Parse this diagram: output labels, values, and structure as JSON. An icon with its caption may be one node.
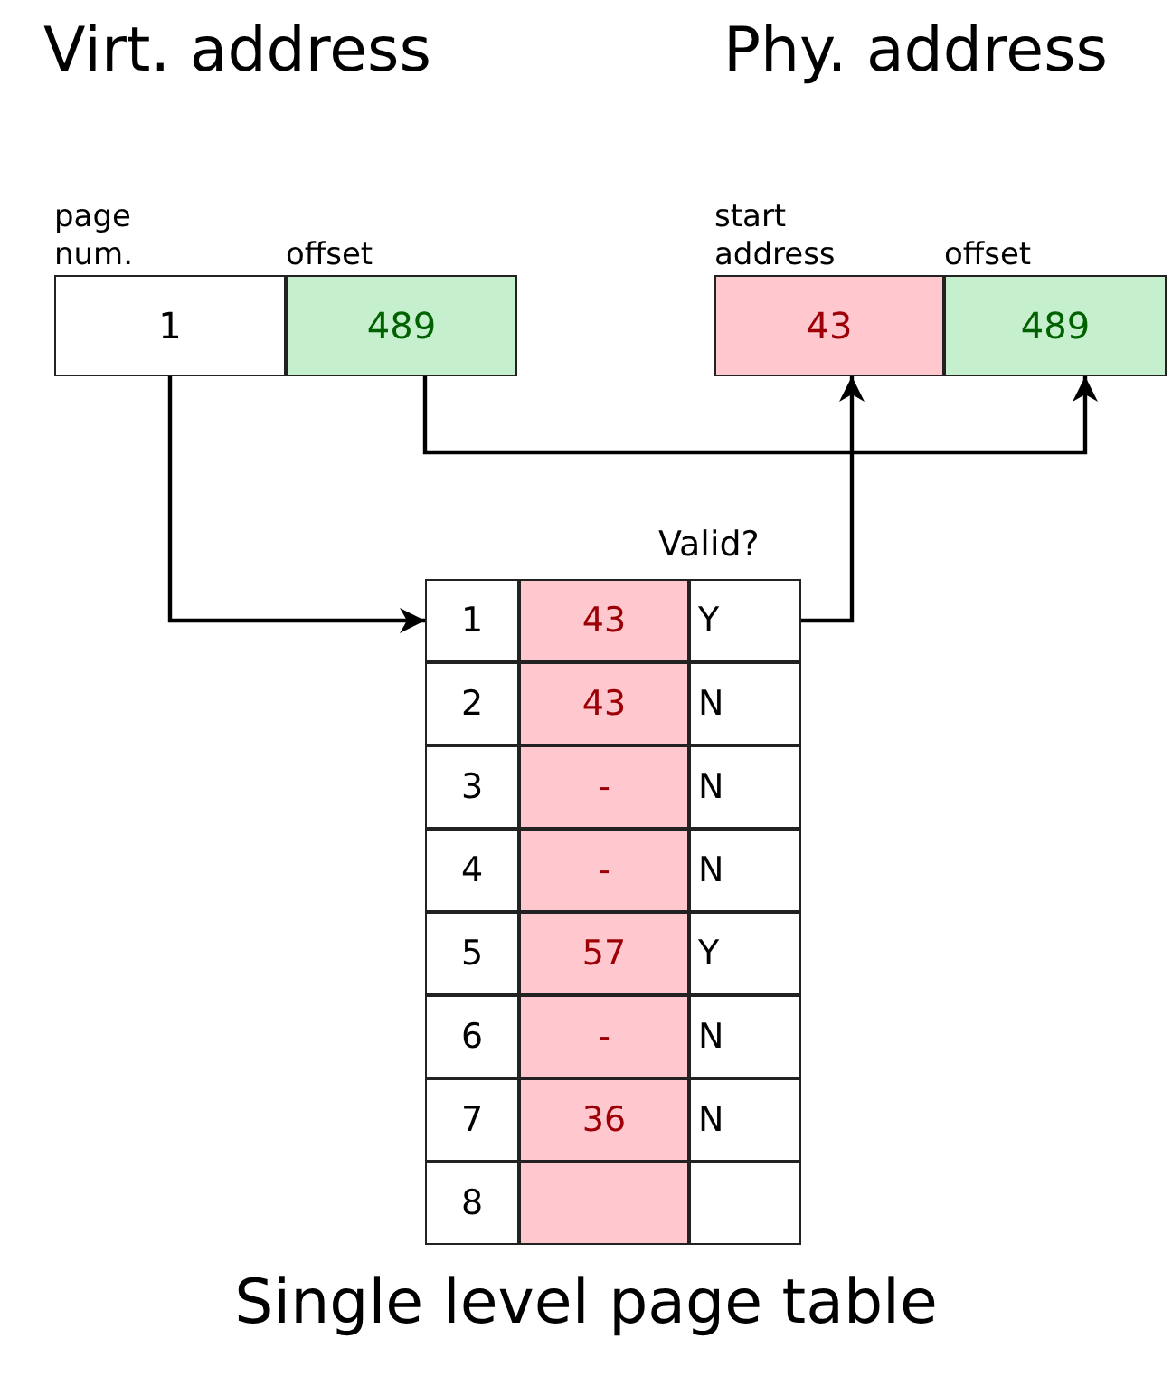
{
  "diagram": {
    "caption": "Single level page table",
    "nodes": [
      {
        "text": [
          "page num.",
          "1"
        ]
      },
      {
        "text": [
          "offset",
          "489"
        ]
      },
      {
        "text": [
          "start address",
          "43"
        ]
      },
      {
        "text": [
          "offset",
          "489"
        ]
      },
      {
        "text": [
          "1"
        ]
      },
      {
        "text": [
          "43"
        ]
      },
      {
        "text": [
          "Y"
        ]
      },
      {
        "text": [
          "2"
        ]
      },
      {
        "text": [
          "43"
        ]
      },
      {
        "text": [
          "N"
        ]
      },
      {
        "text": [
          "3"
        ]
      },
      {
        "text": [
          "-"
        ]
      },
      {
        "text": [
          "N"
        ]
      },
      {
        "text": [
          "4"
        ]
      },
      {
        "text": [
          "-"
        ]
      },
      {
        "text": [
          "N"
        ]
      },
      {
        "text": [
          "5"
        ]
      },
      {
        "text": [
          "57"
        ]
      },
      {
        "text": [
          "Y"
        ]
      },
      {
        "text": [
          "6"
        ]
      },
      {
        "text": [
          "-"
        ]
      },
      {
        "text": [
          "N"
        ]
      },
      {
        "text": [
          "7"
        ]
      },
      {
        "text": [
          "36"
        ]
      },
      {
        "text": [
          "N"
        ]
      },
      {
        "text": [
          "8"
        ]
      },
      {
        "text": [],
        "shape": "box"
      },
      {
        "text": [],
        "shape": "box"
      }
    ],
    "edges": [
      {
        "from": 0,
        "to": 4,
        "arrow": "to"
      },
      {
        "from": 1,
        "to": 3,
        "arrow": "to"
      },
      {
        "from": 6,
        "to": 2,
        "arrow": "to"
      }
    ],
    "labels": [
      "Virt. address",
      "Phy. address",
      "Valid?"
    ]
  }
}
